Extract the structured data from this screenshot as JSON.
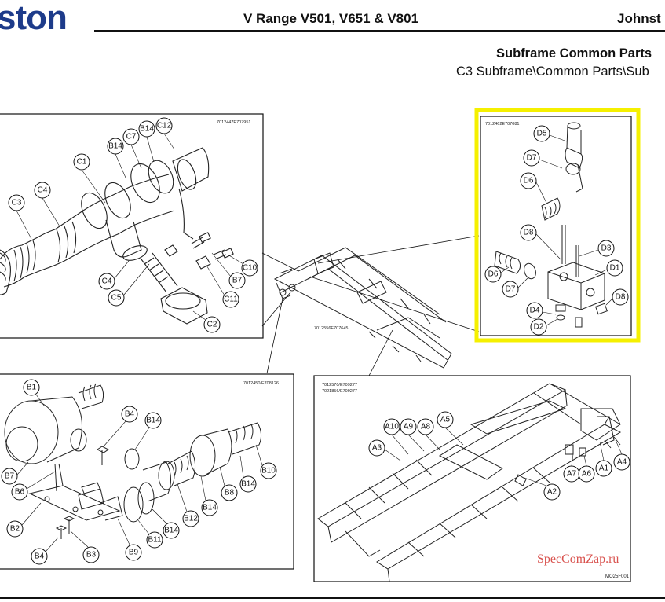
{
  "header": {
    "logo_text": "ston",
    "doc_title": "V Range V501, V651 & V801",
    "brand_right": "Johnst"
  },
  "section": {
    "title": "Subframe Common Parts",
    "path": "C3 Subframe\\Common Parts\\Sub"
  },
  "panels": {
    "top_left": {
      "ref": "7012447E707951",
      "callouts": [
        "C12",
        "B14",
        "C7",
        "B14",
        "C1",
        "C4",
        "C3",
        "C4",
        "C5",
        "C2",
        "C11",
        "B7",
        "C10"
      ]
    },
    "center": {
      "ref": "7012556E707645"
    },
    "top_right": {
      "ref": "7012462E707081",
      "callouts": [
        "D5",
        "D7",
        "D6",
        "D8",
        "D3",
        "D1",
        "D6",
        "D7",
        "D4",
        "D8",
        "D2"
      ]
    },
    "bottom_left": {
      "ref": "7012450/E708126",
      "callouts": [
        "B1",
        "B4",
        "B14",
        "B7",
        "B6",
        "B2",
        "B4",
        "B3",
        "B9",
        "B11",
        "B14",
        "B12",
        "B14",
        "B8",
        "B14",
        "B10"
      ]
    },
    "bottom_right": {
      "ref_1": "7012570/E709277",
      "ref_2": "7021856/E709277",
      "callouts": [
        "A10",
        "A9",
        "A8",
        "A5",
        "A3",
        "A7",
        "A6",
        "A1",
        "A4",
        "A2"
      ]
    }
  },
  "highlight_color": "#f5f000",
  "watermark": "SpecComZap.ru",
  "drawing_code": "MO25F001"
}
